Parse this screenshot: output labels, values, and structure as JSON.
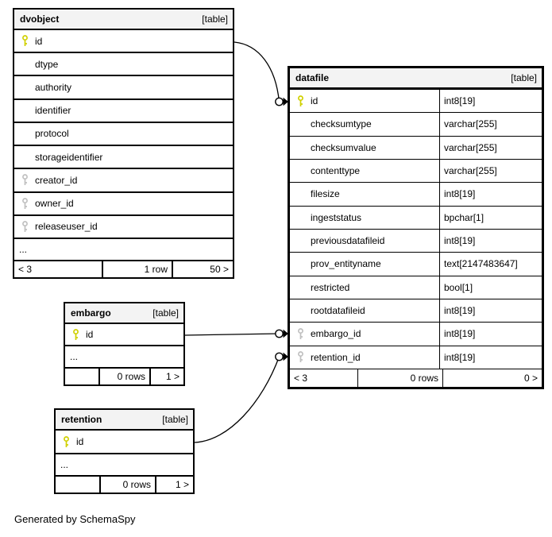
{
  "diagram": {
    "tool_note": "Generated by SchemaSpy",
    "colors": {
      "primary_key_icon": "#d0d000",
      "foreign_key_icon": "#c0c0c0",
      "header_background": "#f3f3f3",
      "border": "#000000"
    },
    "tables": {
      "dvobject": {
        "title": "dvobject",
        "badge": "[table]",
        "columns": [
          {
            "name": "id",
            "key": "primary"
          },
          {
            "name": "dtype",
            "key": "none"
          },
          {
            "name": "authority",
            "key": "none"
          },
          {
            "name": "identifier",
            "key": "none"
          },
          {
            "name": "protocol",
            "key": "none"
          },
          {
            "name": "storageidentifier",
            "key": "none"
          },
          {
            "name": "creator_id",
            "key": "foreign"
          },
          {
            "name": "owner_id",
            "key": "foreign"
          },
          {
            "name": "releaseuser_id",
            "key": "foreign"
          }
        ],
        "more_columns": "...",
        "footer": {
          "left": "< 3",
          "mid": "1 row",
          "right": "50 >"
        }
      },
      "datafile": {
        "title": "datafile",
        "badge": "[table]",
        "columns": [
          {
            "name": "id",
            "type": "int8[19]",
            "key": "primary"
          },
          {
            "name": "checksumtype",
            "type": "varchar[255]",
            "key": "none"
          },
          {
            "name": "checksumvalue",
            "type": "varchar[255]",
            "key": "none"
          },
          {
            "name": "contenttype",
            "type": "varchar[255]",
            "key": "none"
          },
          {
            "name": "filesize",
            "type": "int8[19]",
            "key": "none"
          },
          {
            "name": "ingeststatus",
            "type": "bpchar[1]",
            "key": "none"
          },
          {
            "name": "previousdatafileid",
            "type": "int8[19]",
            "key": "none"
          },
          {
            "name": "prov_entityname",
            "type": "text[2147483647]",
            "key": "none"
          },
          {
            "name": "restricted",
            "type": "bool[1]",
            "key": "none"
          },
          {
            "name": "rootdatafileid",
            "type": "int8[19]",
            "key": "none"
          },
          {
            "name": "embargo_id",
            "type": "int8[19]",
            "key": "foreign"
          },
          {
            "name": "retention_id",
            "type": "int8[19]",
            "key": "foreign"
          }
        ],
        "footer": {
          "left": "< 3",
          "mid": "0 rows",
          "right": "0 >"
        }
      },
      "embargo": {
        "title": "embargo",
        "badge": "[table]",
        "columns": [
          {
            "name": "id",
            "key": "primary"
          }
        ],
        "more_columns": "...",
        "footer": {
          "left": "",
          "mid": "0 rows",
          "right": "1 >"
        }
      },
      "retention": {
        "title": "retention",
        "badge": "[table]",
        "columns": [
          {
            "name": "id",
            "key": "primary"
          }
        ],
        "more_columns": "...",
        "footer": {
          "left": "",
          "mid": "0 rows",
          "right": "1 >"
        }
      }
    },
    "relationships": [
      {
        "from": "dvobject.id",
        "to": "datafile.id"
      },
      {
        "from": "embargo.id",
        "to": "datafile.embargo_id"
      },
      {
        "from": "retention.id",
        "to": "datafile.retention_id"
      }
    ]
  }
}
